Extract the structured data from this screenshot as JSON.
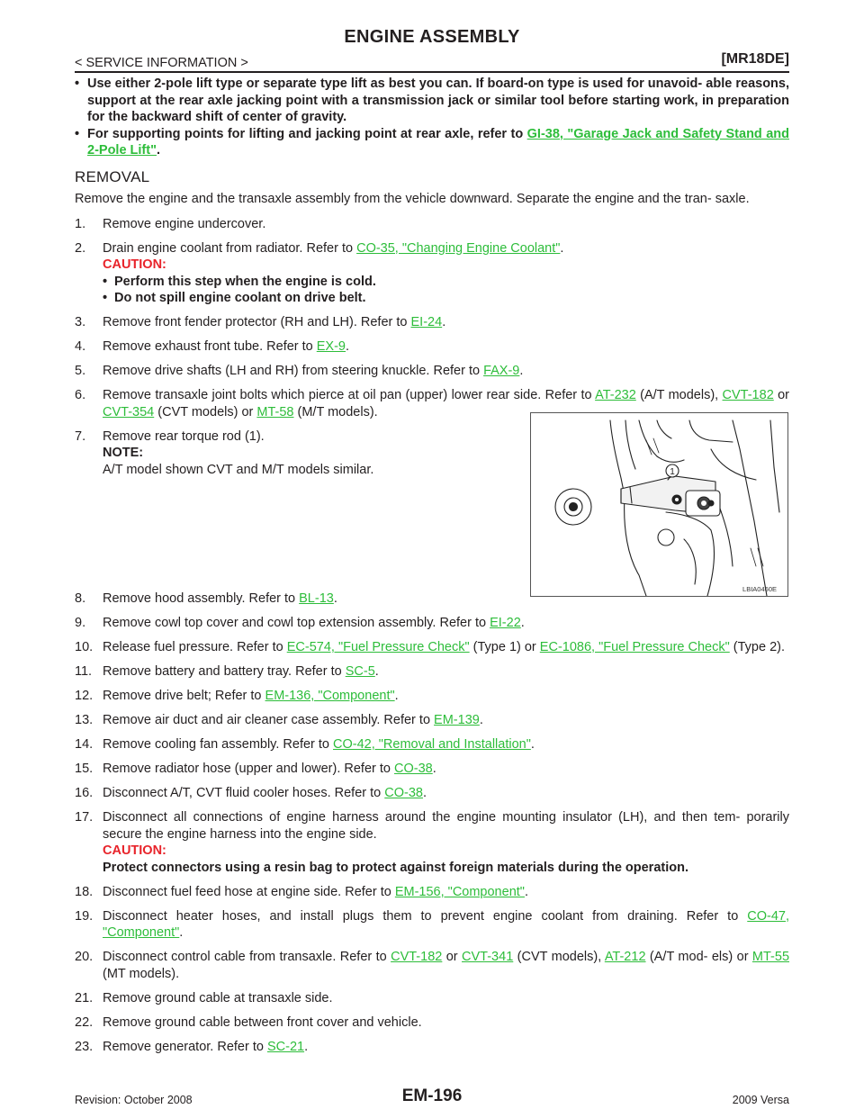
{
  "header": {
    "title": "ENGINE ASSEMBLY",
    "section": "< SERVICE INFORMATION >",
    "engine": "[MR18DE]"
  },
  "bullets": [
    {
      "text": "Use either 2-pole lift type or separate type lift as best you can. If board-on type is used for unavoid- able reasons, support at the rear axle jacking point with a transmission jack or similar tool before starting work, in preparation for the backward shift of center of gravity."
    },
    {
      "text_before": "For supporting points for lifting and jacking point at rear axle, refer to ",
      "link": "GI-38, \"Garage Jack and Safety Stand and 2-Pole Lift\"",
      "text_after": "."
    }
  ],
  "removal": {
    "heading": "REMOVAL",
    "intro": "Remove the engine and the transaxle assembly from the vehicle downward. Separate the engine and the tran- saxle."
  },
  "steps": {
    "s1": {
      "num": "1.",
      "text": "Remove engine undercover."
    },
    "s2": {
      "num": "2.",
      "text": "Drain engine coolant from radiator. Refer to ",
      "link": "CO-35, \"Changing Engine Coolant\"",
      "after": ".",
      "caution": "CAUTION:",
      "c1": "Perform this step when the engine is cold.",
      "c2": "Do not spill engine coolant on drive belt."
    },
    "s3": {
      "num": "3.",
      "text": "Remove front fender protector (RH and LH). Refer to ",
      "link": "EI-24",
      "after": "."
    },
    "s4": {
      "num": "4.",
      "text": "Remove exhaust front tube. Refer to ",
      "link": "EX-9",
      "after": "."
    },
    "s5": {
      "num": "5.",
      "text": "Remove drive shafts (LH and RH) from steering knuckle. Refer to ",
      "link": "FAX-9",
      "after": "."
    },
    "s6": {
      "num": "6.",
      "text": "Remove transaxle joint bolts which pierce at oil pan (upper) lower rear side. Refer to ",
      "link1": "AT-232",
      "t2": " (A/T models), ",
      "link2": "CVT-182",
      "t3": " or ",
      "link3": "CVT-354",
      "t4": " (CVT models) or ",
      "link4": "MT-58",
      "t5": " (M/T models)."
    },
    "s7": {
      "num": "7.",
      "text": "Remove rear torque rod (1).",
      "note": "NOTE:",
      "note_text": "A/T model shown CVT and M/T models similar."
    },
    "s8": {
      "num": "8.",
      "text": "Remove hood assembly. Refer to ",
      "link": "BL-13",
      "after": "."
    },
    "s9": {
      "num": "9.",
      "text": "Remove cowl top cover and cowl top extension assembly. Refer to ",
      "link": "EI-22",
      "after": "."
    },
    "s10": {
      "num": "10.",
      "text": "Release fuel pressure. Refer to ",
      "link1": "EC-574, \"Fuel Pressure Check\"",
      "t2": " (Type 1) or ",
      "link2": "EC-1086, \"Fuel Pressure Check\"",
      "t3": " (Type 2)."
    },
    "s11": {
      "num": "11.",
      "text": "Remove battery and battery tray. Refer to ",
      "link": "SC-5",
      "after": "."
    },
    "s12": {
      "num": "12.",
      "text": "Remove drive belt; Refer to ",
      "link": "EM-136, \"Component\"",
      "after": "."
    },
    "s13": {
      "num": "13.",
      "text": "Remove air duct and air cleaner case assembly. Refer to ",
      "link": "EM-139",
      "after": "."
    },
    "s14": {
      "num": "14.",
      "text": "Remove cooling fan assembly. Refer to ",
      "link": "CO-42, \"Removal and Installation\"",
      "after": "."
    },
    "s15": {
      "num": "15.",
      "text": "Remove radiator hose (upper and lower). Refer to ",
      "link": "CO-38",
      "after": "."
    },
    "s16": {
      "num": "16.",
      "text": "Disconnect A/T, CVT fluid cooler hoses. Refer to ",
      "link": "CO-38",
      "after": "."
    },
    "s17": {
      "num": "17.",
      "text": "Disconnect all connections of engine harness around the engine mounting insulator (LH), and then tem- porarily secure the engine harness into the engine side.",
      "caution": "CAUTION:",
      "caution_text": "Protect connectors using a resin bag to protect against foreign materials during the operation."
    },
    "s18": {
      "num": "18.",
      "text": "Disconnect fuel feed hose at engine side. Refer to ",
      "link": "EM-156, \"Component\"",
      "after": "."
    },
    "s19": {
      "num": "19.",
      "text": "Disconnect heater hoses, and install plugs them to prevent engine coolant from draining. Refer to ",
      "link": "CO-47, \"Component\"",
      "after": "."
    },
    "s20": {
      "num": "20.",
      "text": "Disconnect control cable from transaxle. Refer to ",
      "link1": "CVT-182",
      "t2": " or ",
      "link2": "CVT-341",
      "t3": " (CVT models), ",
      "link3": "AT-212",
      "t4": " (A/T mod- els) or ",
      "link4": "MT-55",
      "t5": " (MT models)."
    },
    "s21": {
      "num": "21.",
      "text": "Remove ground cable at transaxle side."
    },
    "s22": {
      "num": "22.",
      "text": "Remove ground cable between front cover and vehicle."
    },
    "s23": {
      "num": "23.",
      "text": "Remove generator. Refer to ",
      "link": "SC-21",
      "after": "."
    }
  },
  "figure": {
    "callout": "1",
    "code": "LBIA0460E"
  },
  "footer": {
    "revision": "Revision: October 2008",
    "page": "EM-196",
    "model": "2009 Versa"
  }
}
